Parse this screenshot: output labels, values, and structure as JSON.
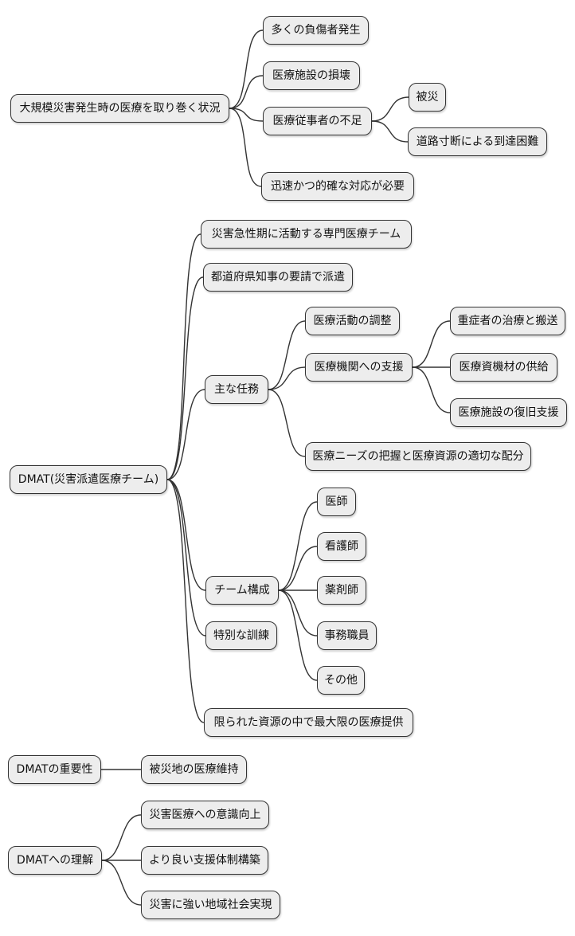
{
  "mindmap": {
    "type": "mindmap",
    "style": {
      "background": "#ffffff",
      "node_fill": "#ededed",
      "node_border": "#333333",
      "edge_color": "#333333",
      "text_color": "#111111"
    },
    "trees": [
      {
        "label": "大規模災害発生時の医療を取り巻く状況",
        "children": [
          {
            "label": "多くの負傷者発生",
            "children": []
          },
          {
            "label": "医療施設の損壊",
            "children": []
          },
          {
            "label": "医療従事者の不足",
            "children": [
              {
                "label": "被災",
                "children": []
              },
              {
                "label": "道路寸断による到達困難",
                "children": []
              }
            ]
          },
          {
            "label": "迅速かつ的確な対応が必要",
            "children": []
          }
        ]
      },
      {
        "label": "DMAT(災害派遣医療チーム)",
        "children": [
          {
            "label": "災害急性期に活動する専門医療チーム",
            "children": []
          },
          {
            "label": "都道府県知事の要請で派遣",
            "children": []
          },
          {
            "label": "主な任務",
            "children": [
              {
                "label": "医療活動の調整",
                "children": []
              },
              {
                "label": "医療機関への支援",
                "children": [
                  {
                    "label": "重症者の治療と搬送",
                    "children": []
                  },
                  {
                    "label": "医療資機材の供給",
                    "children": []
                  },
                  {
                    "label": "医療施設の復旧支援",
                    "children": []
                  }
                ]
              },
              {
                "label": "医療ニーズの把握と医療資源の適切な配分",
                "children": []
              }
            ]
          },
          {
            "label": "チーム構成",
            "children": [
              {
                "label": "医師",
                "children": []
              },
              {
                "label": "看護師",
                "children": []
              },
              {
                "label": "薬剤師",
                "children": []
              },
              {
                "label": "事務職員",
                "children": []
              },
              {
                "label": "その他",
                "children": []
              }
            ]
          },
          {
            "label": "特別な訓練",
            "children": []
          },
          {
            "label": "限られた資源の中で最大限の医療提供",
            "children": []
          }
        ]
      },
      {
        "label": "DMATの重要性",
        "children": [
          {
            "label": "被災地の医療維持",
            "children": []
          }
        ]
      },
      {
        "label": "DMATへの理解",
        "children": [
          {
            "label": "災害医療への意識向上",
            "children": []
          },
          {
            "label": "より良い支援体制構築",
            "children": []
          },
          {
            "label": "災害に強い地域社会実現",
            "children": []
          }
        ]
      }
    ]
  }
}
